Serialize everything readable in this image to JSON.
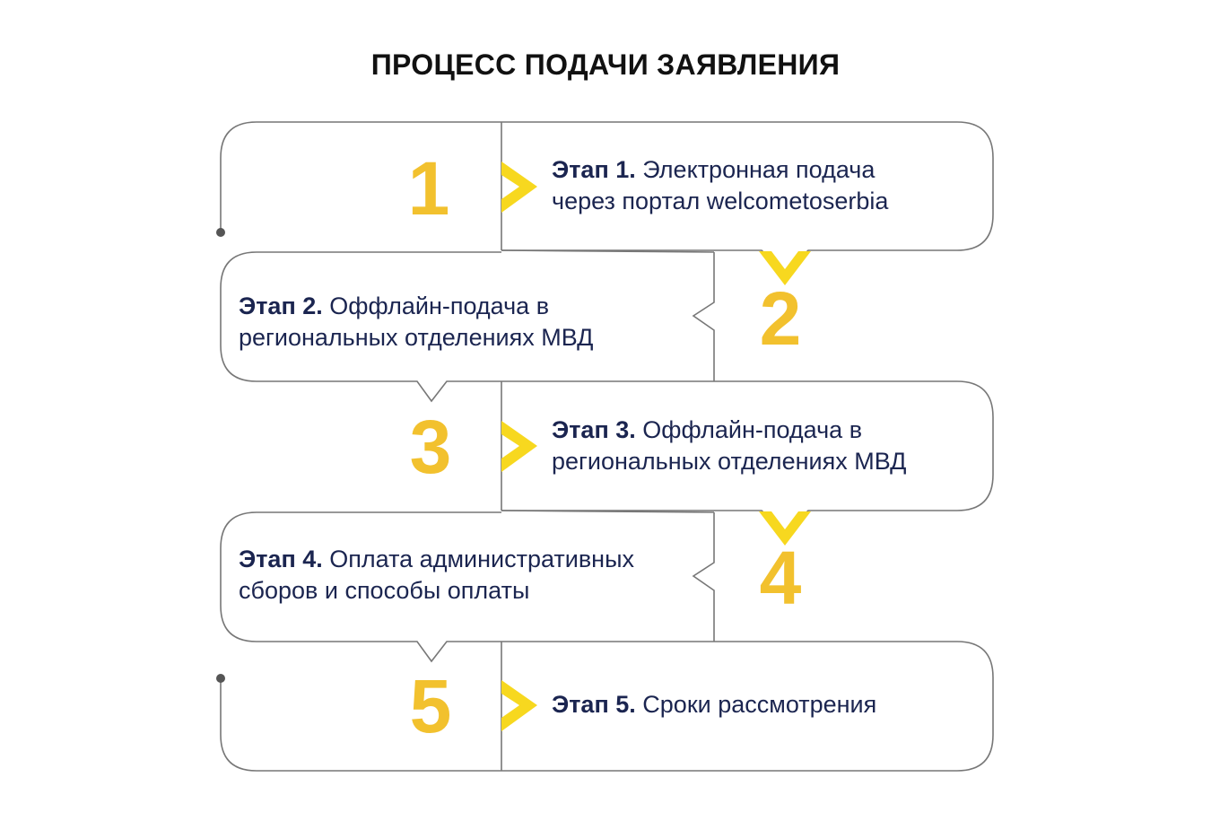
{
  "title": "ПРОЦЕСС ПОДАЧИ ЗАЯВЛЕНИЯ",
  "colors": {
    "accent": "#f2c12e",
    "chevron": "#f7d81f",
    "text": "#1b2550",
    "outline": "#777777"
  },
  "steps": [
    {
      "number": "1",
      "label": "Этап 1.",
      "line1": "Электронная подача",
      "line2": "через портал welcometoserbia"
    },
    {
      "number": "2",
      "label": "Этап 2.",
      "line1": "Оффлайн-подача в",
      "line2": "региональных отделениях МВД"
    },
    {
      "number": "3",
      "label": "Этап 3.",
      "line1": "Оффлайн-подача в",
      "line2": "региональных отделениях МВД"
    },
    {
      "number": "4",
      "label": "Этап 4.",
      "line1": "Оплата административных",
      "line2": "сборов и способы оплаты"
    },
    {
      "number": "5",
      "label": "Этап 5.",
      "line1": "Сроки рассмотрения",
      "line2": ""
    }
  ]
}
